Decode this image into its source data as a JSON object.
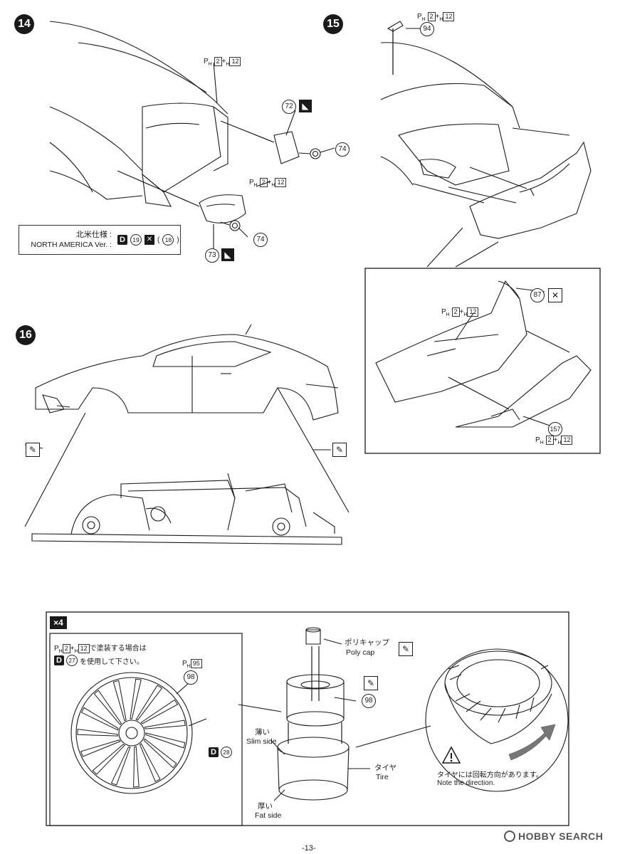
{
  "steps": {
    "s14": {
      "number": "14"
    },
    "s15": {
      "number": "15"
    },
    "s16": {
      "number": "16"
    },
    "wheel": {
      "multiplier": "×4"
    }
  },
  "paint_codes": {
    "ph_label": "P",
    "ph_sub": "H",
    "num2": "2",
    "plus": "+",
    "h_sub": "H",
    "num12": "12",
    "num95": "95"
  },
  "parts": {
    "p72": "72",
    "p74a": "74",
    "p74b": "74",
    "p73": "73",
    "p94": "94",
    "p87": "87",
    "p157": "157",
    "p98a": "98",
    "p98b": "98"
  },
  "decals": {
    "d19": "19",
    "d18": "18",
    "d27": "27",
    "d28": "28",
    "d_letter": "D"
  },
  "north_america": {
    "jp": "北米仕様 :",
    "en": "NORTH AMERICA Ver. :"
  },
  "wheel_section": {
    "note_jp_line1": "で塗装する場合は",
    "note_jp_line2": "を使用して下さい。",
    "polycap_jp": "ポリキャップ",
    "polycap_en": "Poly cap",
    "slim_jp": "薄い",
    "slim_en": "Slim side",
    "fat_jp": "厚い",
    "fat_en": "Fat side",
    "tire_jp": "タイヤ",
    "tire_en": "Tire",
    "direction_jp": "タイヤには回転方向があります。",
    "direction_en": "Note the direction."
  },
  "watermark": {
    "text": "HOBBY SEARCH"
  },
  "page_number": "-13-",
  "colors": {
    "ink": "#1a1a1a",
    "paper": "#ffffff",
    "arrow_gray": "#777777"
  }
}
